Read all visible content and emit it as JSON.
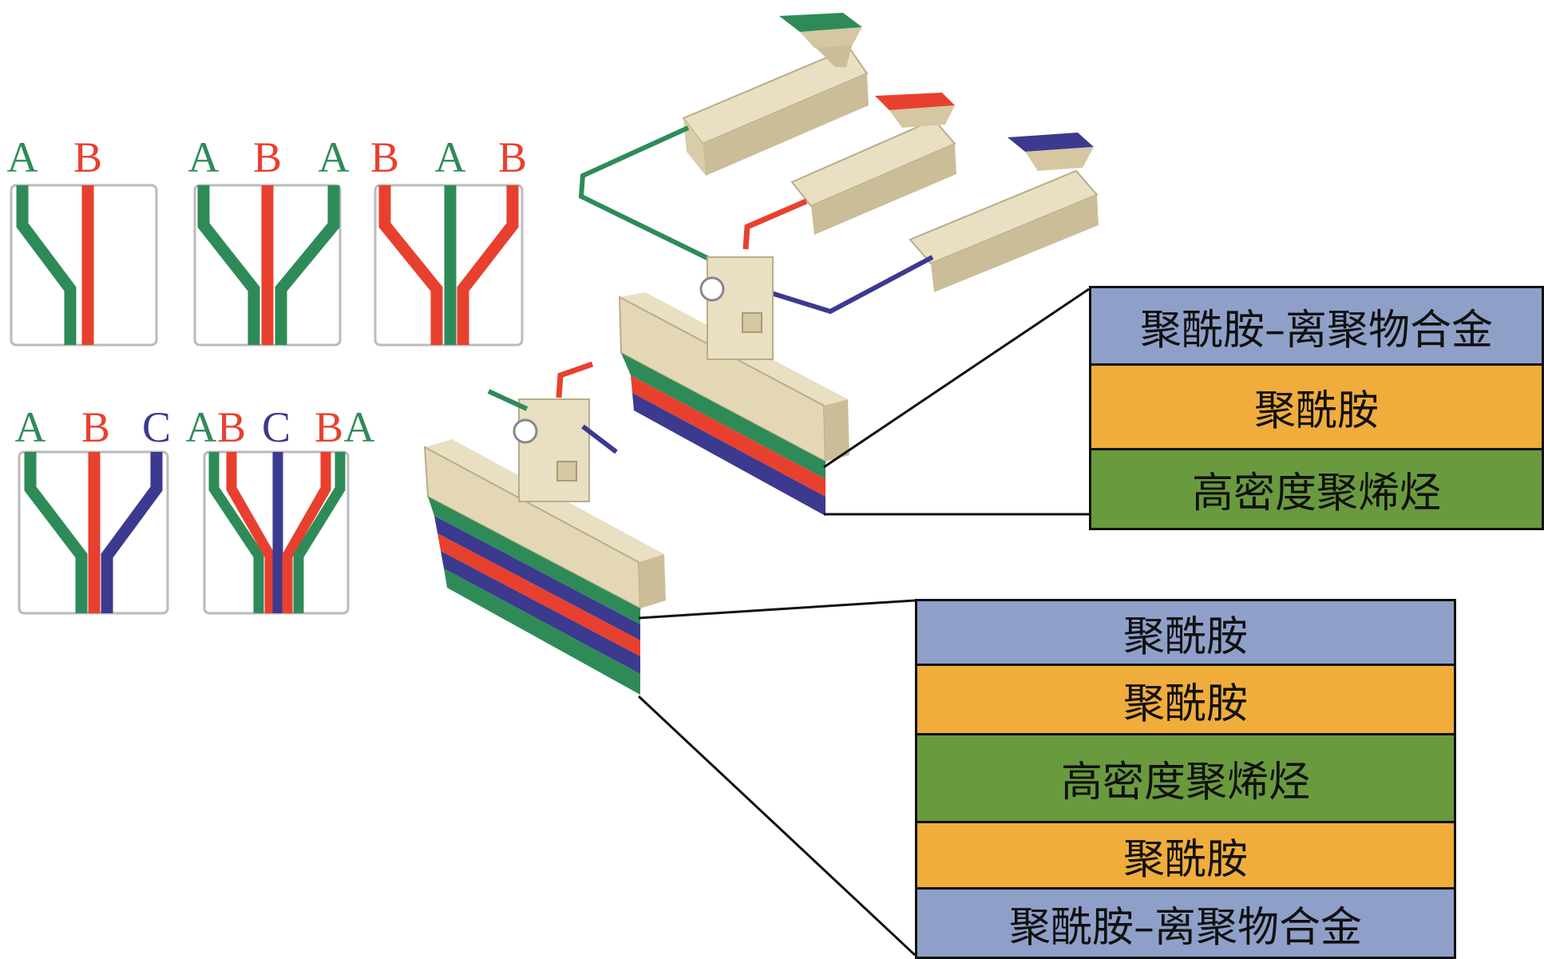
{
  "colors": {
    "A": "#2e8b57",
    "B": "#e8402f",
    "C": "#3b3a8f",
    "machine_body": "#e9dfc3",
    "machine_shade": "#cbbd98",
    "label_blue": "#8fa0c8",
    "label_orange": "#f0ad3b",
    "label_green": "#6a9a3e"
  },
  "feedblock_schemes": [
    {
      "letters": [
        {
          "text": "A",
          "color": "A"
        },
        {
          "text": "B",
          "color": "B"
        }
      ]
    },
    {
      "letters": [
        {
          "text": "A",
          "color": "A"
        },
        {
          "text": "B",
          "color": "B"
        },
        {
          "text": "A",
          "color": "A"
        }
      ]
    },
    {
      "letters": [
        {
          "text": "B",
          "color": "B"
        },
        {
          "text": "A",
          "color": "A"
        },
        {
          "text": "B",
          "color": "B"
        }
      ]
    },
    {
      "letters": [
        {
          "text": "A",
          "color": "A"
        },
        {
          "text": "B",
          "color": "B"
        },
        {
          "text": "C",
          "color": "C"
        }
      ]
    },
    {
      "letters": [
        {
          "text": "A",
          "color": "A"
        },
        {
          "text": "B",
          "color": "B"
        },
        {
          "text": "C",
          "color": "C"
        },
        {
          "text": "B",
          "color": "B"
        },
        {
          "text": "A",
          "color": "A"
        }
      ]
    }
  ],
  "three_layer": [
    {
      "label": "聚酰胺–离聚物合金",
      "color": "label_blue"
    },
    {
      "label": "聚酰胺",
      "color": "label_orange"
    },
    {
      "label": "高密度聚烯烃",
      "color": "label_green"
    }
  ],
  "five_layer": [
    {
      "label": "聚酰胺",
      "color": "label_blue"
    },
    {
      "label": "聚酰胺",
      "color": "label_orange"
    },
    {
      "label": "高密度聚烯烃",
      "color": "label_green"
    },
    {
      "label": "聚酰胺",
      "color": "label_orange"
    },
    {
      "label": "聚酰胺–离聚物合金",
      "color": "label_blue"
    }
  ]
}
